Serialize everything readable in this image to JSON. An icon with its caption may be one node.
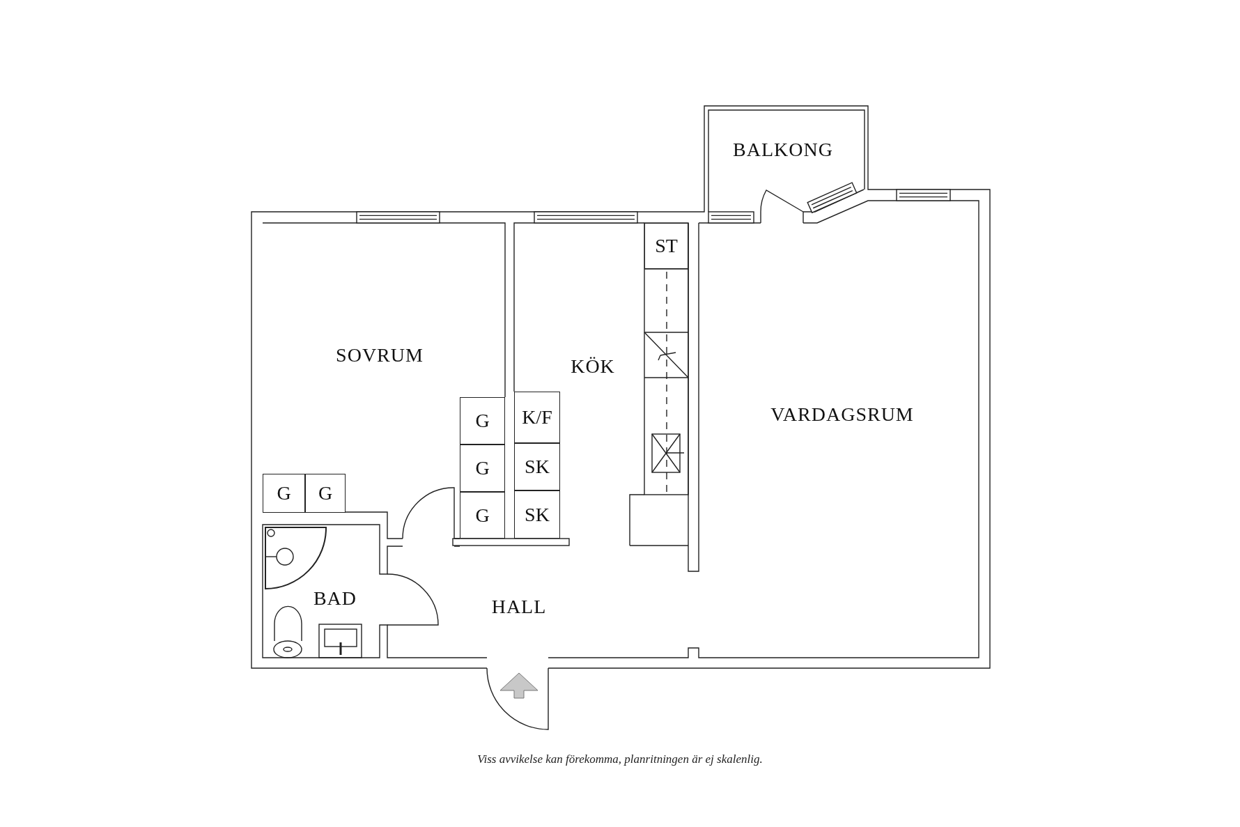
{
  "diagram": {
    "caption": "Viss avvikelse kan förekomma, planritningen är ej skalenlig.",
    "nodes": [
      {
        "text": [
          "BALKONG"
        ]
      },
      {
        "text": [
          "SOVRUM"
        ]
      },
      {
        "text": [
          "KÖK"
        ]
      },
      {
        "text": [
          "VARDAGSRUM"
        ]
      },
      {
        "text": [
          "BAD"
        ]
      },
      {
        "text": [
          "HALL"
        ]
      },
      {
        "text": [
          "ST"
        ],
        "in": 2
      },
      {
        "text": [
          "G"
        ]
      },
      {
        "text": [
          "G"
        ]
      },
      {
        "text": [
          "G"
        ]
      },
      {
        "text": [
          "K/F"
        ],
        "in": 2
      },
      {
        "text": [
          "SK"
        ],
        "in": 2
      },
      {
        "text": [
          "SK"
        ],
        "in": 2
      },
      {
        "text": [
          "G"
        ],
        "in": 1
      },
      {
        "text": [
          "G"
        ],
        "in": 1
      }
    ]
  }
}
